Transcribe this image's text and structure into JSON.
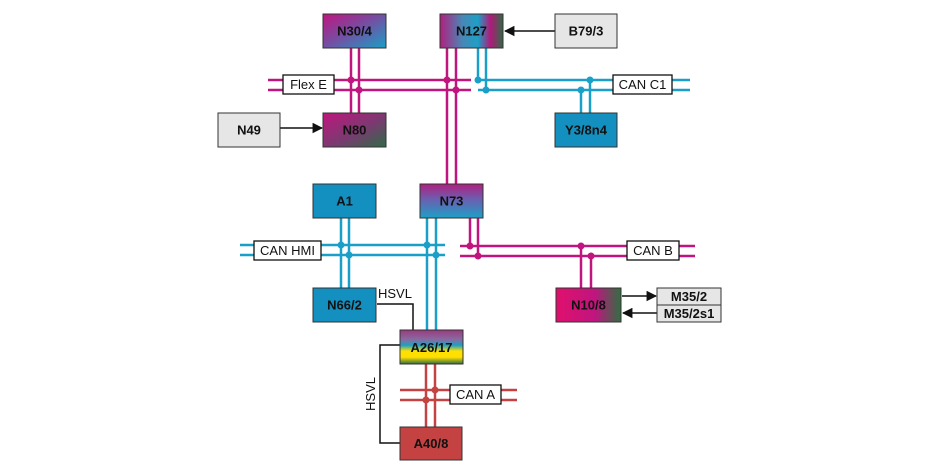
{
  "colors": {
    "magenta": "#c0157f",
    "cyan": "#1aa0c8",
    "red": "#c44242",
    "black": "#111111",
    "box_stroke": "#333333",
    "gray_fill": "#e6e6e6",
    "blue_fill": "#138fc0",
    "green_dark": "#2f6b47",
    "purple": "#8a4a9a",
    "yellow": "#ffe000"
  },
  "diagram": {
    "ecus": {
      "n30_4": "N30/4",
      "n127": "N127",
      "b79_3": "B79/3",
      "n49": "N49",
      "n80": "N80",
      "y3_8n4": "Y3/8n4",
      "a1": "A1",
      "n73": "N73",
      "n66_2": "N66/2",
      "n10_8": "N10/8",
      "m35_2": "M35/2",
      "m35_2s1": "M35/2s1",
      "a26_17": "A26/17",
      "a40_8": "A40/8"
    },
    "buses": {
      "flex_e": "Flex E",
      "can_c1": "CAN C1",
      "can_hmi": "CAN HMI",
      "can_b": "CAN B",
      "can_a": "CAN A"
    },
    "links": {
      "hsvl_top": "HSVL",
      "hsvl_left": "HSVL"
    }
  }
}
